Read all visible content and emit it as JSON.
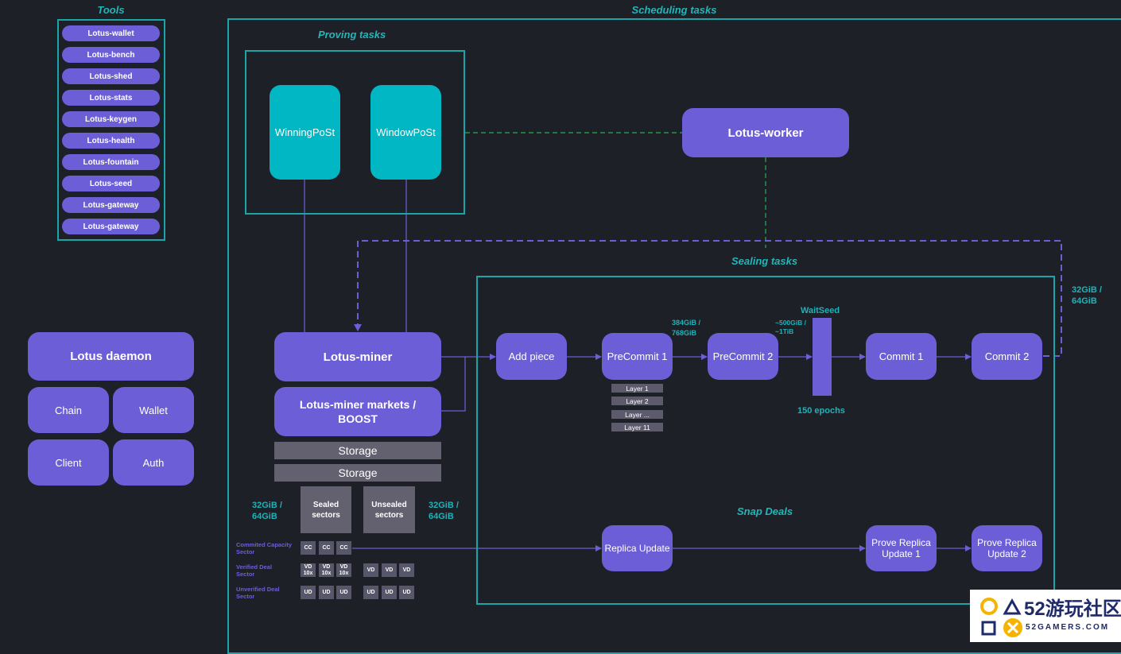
{
  "titles": {
    "tools": "Tools",
    "scheduling": "Scheduling tasks",
    "proving": "Proving tasks",
    "sealing": "Sealing tasks",
    "snap": "Snap Deals"
  },
  "tools": [
    "Lotus-wallet",
    "Lotus-bench",
    "Lotus-shed",
    "Lotus-stats",
    "Lotus-keygen",
    "Lotus-health",
    "Lotus-fountain",
    "Lotus-seed",
    "Lotus-gateway",
    "Lotus-gateway"
  ],
  "daemon": {
    "title": "Lotus daemon",
    "chain": "Chain",
    "wallet": "Wallet",
    "client": "Client",
    "auth": "Auth"
  },
  "proving": {
    "winning": "WinningPoSt",
    "window": "WindowPoSt"
  },
  "worker": "Lotus-worker",
  "miner": {
    "title": "Lotus-miner",
    "markets": "Lotus-miner markets / BOOST",
    "storage1": "Storage",
    "storage2": "Storage",
    "sealed": "Sealed sectors",
    "unsealed": "Unsealed sectors",
    "size_left": "32GiB / 64GiB",
    "size_right": "32GiB / 64GiB"
  },
  "sealing": {
    "add_piece": "Add piece",
    "precommit1": "PreCommit 1",
    "precommit2": "PreCommit 2",
    "commit1": "Commit 1",
    "commit2": "Commit 2",
    "waitseed": "WaitSeed",
    "epochs": "150 epochs",
    "pc1_size": "384GiB / 768GiB",
    "pc2_size": "~500GiB / ~1TiB",
    "commit_size": "32GiB / 64GiB",
    "layers": [
      "Layer 1",
      "Layer 2",
      "Layer ...",
      "Layer 11"
    ]
  },
  "snap": {
    "replica_update": "Replica Update",
    "prove1": "Prove Replica Update 1",
    "prove2": "Prove Replica Update 2"
  },
  "sectors": {
    "cc_label": "Commited Capacity Sector",
    "vd_label": "Verified Deal Sector",
    "ud_label": "Unverified Deal Sector",
    "cc": "CC",
    "vd10": "VD 10x",
    "vd": "VD",
    "ud": "UD"
  },
  "watermark": {
    "brand": "52游玩社区",
    "site": "52GAMERS.COM"
  },
  "colors": {
    "background": "#1e2027",
    "accent": "#1aa5a8",
    "box": "#6c5ed6",
    "cyan_box": "#00b7c3",
    "storage": "#636170"
  }
}
